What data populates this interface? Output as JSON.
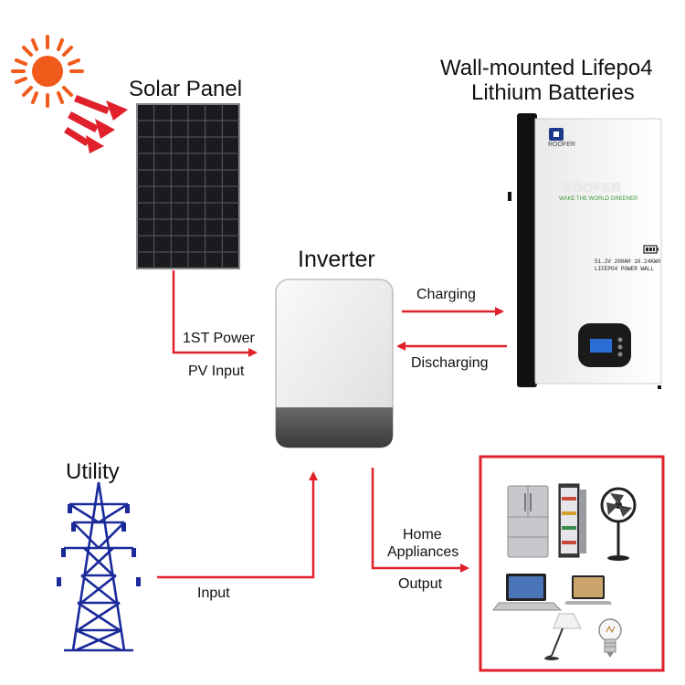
{
  "labels": {
    "solar_panel": "Solar Panel",
    "battery_title_line1": "Wall-mounted Lifepo4",
    "battery_title_line2": "Lithium Batteries",
    "inverter": "Inverter",
    "utility": "Utility",
    "charging": "Charging",
    "discharging": "Discharging",
    "first_power": "1ST Power",
    "pv_input": "PV Input",
    "input": "Input",
    "home_appliances_line1": "Home",
    "home_appliances_line2": "Appliances",
    "output": "Output"
  },
  "battery": {
    "brand": "ROOFER",
    "logo_text": "ROOFER",
    "slogan": "WAKE THE WORLD GREENER",
    "spec_line1": "51.2V 200AH 10.24KWH",
    "spec_line2": "LIFEPO4 POWER WALL"
  },
  "colors": {
    "arrow": "#e0202a",
    "sun": "#f05a1a",
    "panel": "#1b1b1f",
    "tower": "#1a2a9a",
    "box_border": "#e0202a"
  }
}
